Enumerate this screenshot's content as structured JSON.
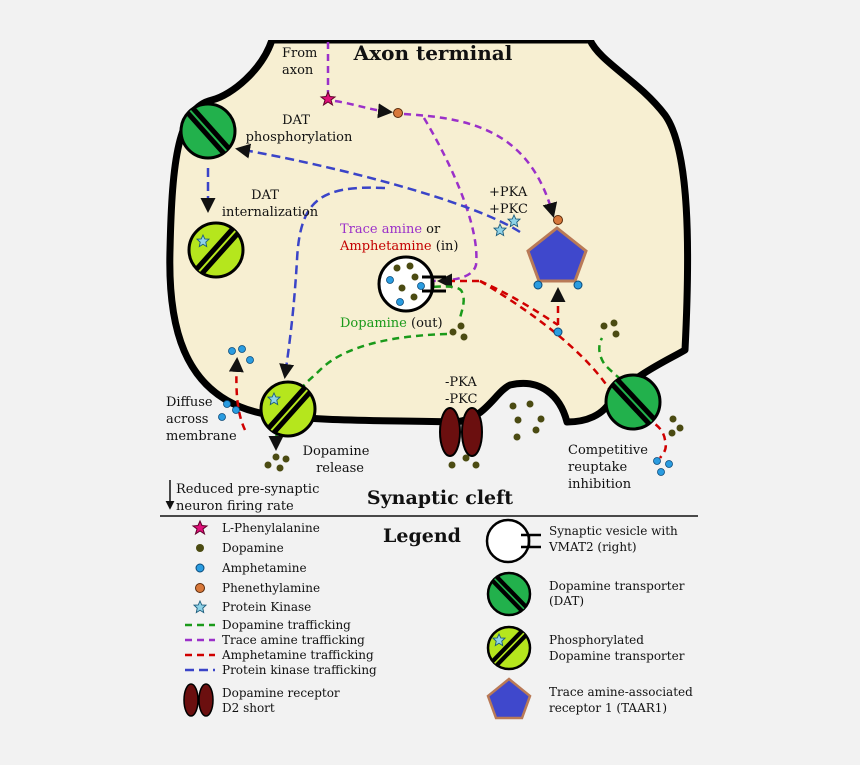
{
  "labels": {
    "axon_terminal": "Axon terminal",
    "from_axon": [
      "From",
      "axon"
    ],
    "dat_phosphorylation": [
      "DAT",
      "phosphorylation"
    ],
    "dat_internalization": [
      "DAT",
      "internalization"
    ],
    "pka_pkc_plus": [
      "+PKA",
      "+PKC"
    ],
    "trace_amine": "Trace amine",
    "or": " or",
    "amphetamine_in": "Amphetamine",
    "in_suffix": " (in)",
    "dopamine_out": "Dopamine",
    "out_suffix": " (out)",
    "diffuse": [
      "Diffuse",
      "across",
      "membrane"
    ],
    "dopamine_release": [
      "Dopamine",
      "release"
    ],
    "pka_pkc_minus": [
      "-PKA",
      "-PKC"
    ],
    "competitive": [
      "Competitive",
      "reuptake",
      "inhibition"
    ],
    "reduced_firing": [
      "Reduced pre-synaptic",
      "neuron firing rate"
    ],
    "synaptic_cleft": "Synaptic cleft",
    "legend_title": "Legend"
  },
  "legend_left": [
    {
      "key": "l_phenylalanine",
      "label": "L-Phenylalanine"
    },
    {
      "key": "dopamine",
      "label": "Dopamine"
    },
    {
      "key": "amphetamine",
      "label": "Amphetamine"
    },
    {
      "key": "phenethylamine",
      "label": "Phenethylamine"
    },
    {
      "key": "protein_kinase",
      "label": "Protein Kinase"
    },
    {
      "key": "dopamine_trafficking",
      "label": "Dopamine trafficking"
    },
    {
      "key": "trace_amine_trafficking",
      "label": "Trace amine trafficking"
    },
    {
      "key": "amphetamine_trafficking",
      "label": "Amphetamine trafficking"
    },
    {
      "key": "protein_kinase_trafficking",
      "label": "Protein kinase trafficking"
    },
    {
      "key": "d2_receptor",
      "label": [
        "Dopamine receptor",
        "D2 short"
      ]
    }
  ],
  "legend_right": [
    {
      "key": "vesicle",
      "label": [
        "Synaptic vesicle with",
        "VMAT2 (right)"
      ]
    },
    {
      "key": "dat",
      "label": [
        "Dopamine transporter",
        "(DAT)"
      ]
    },
    {
      "key": "phospho_dat",
      "label": [
        "Phosphorylated",
        "Dopamine transporter"
      ]
    },
    {
      "key": "taar1",
      "label": [
        "Trace amine-associated",
        "receptor 1 (TAAR1)"
      ]
    }
  ],
  "colors": {
    "cytoplasm": "#f7efd2",
    "membrane": "#000000",
    "dopamine": "#4b4b12",
    "amphetamine": "#2a9ce0",
    "phenethylamine": "#d8783a",
    "l_phenylalanine": "#e0107a",
    "protein_kinase": "#8fd3e8",
    "dat": "#22b14c",
    "phospho_dat": "#b5e61d",
    "taar1": "#3f48cc",
    "taar1_border": "#b97a57",
    "d2_receptor": "#6b0f0f",
    "dopamine_trafficking": "#1a9a1a",
    "trace_amine_trafficking": "#9b30c9",
    "amphetamine_trafficking": "#d00000",
    "protein_kinase_trafficking": "#3a44c8"
  }
}
